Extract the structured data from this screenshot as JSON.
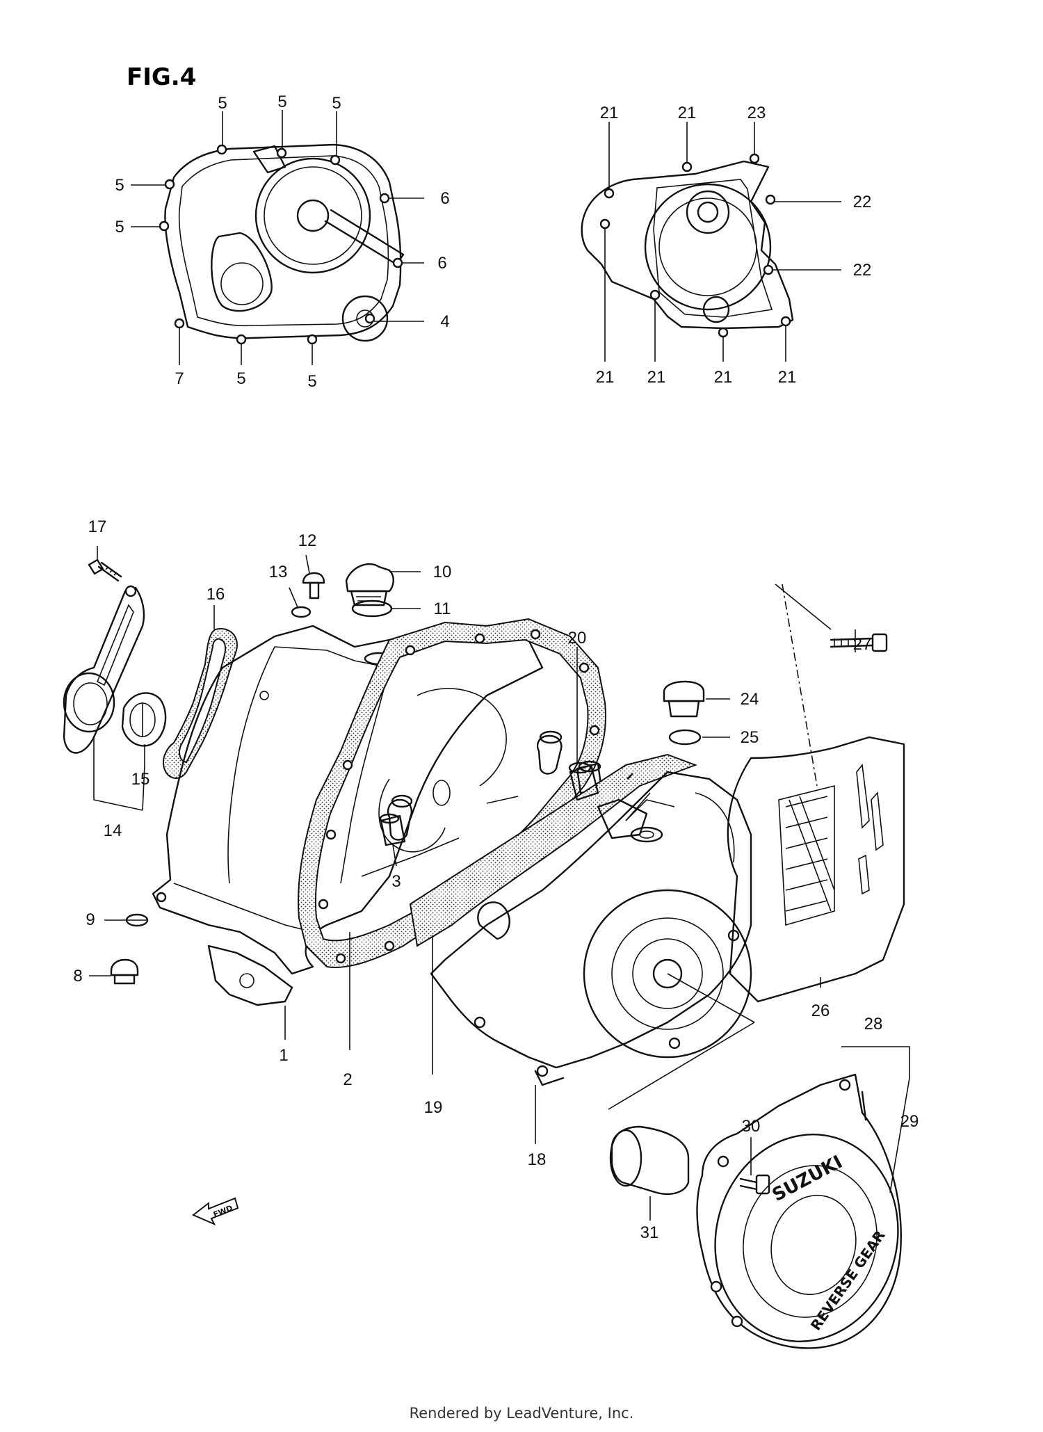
{
  "figure": {
    "title": "FIG.4"
  },
  "footer": {
    "text": "Rendered by LeadVenture, Inc."
  },
  "stamps": {
    "fwd": "FWD",
    "suzuki": "SUZUKI",
    "reverse_gear": "REVERSE GEAR"
  },
  "callouts": {
    "c4": "4",
    "c5": "5",
    "c6": "6",
    "c7": "7",
    "c21": "21",
    "c22": "22",
    "c23": "23",
    "c1": "1",
    "c2": "2",
    "c3": "3",
    "c8": "8",
    "c9": "9",
    "c10": "10",
    "c11": "11",
    "c12": "12",
    "c13": "13",
    "c14": "14",
    "c15": "15",
    "c16": "16",
    "c17": "17",
    "c18": "18",
    "c19": "19",
    "c20": "20",
    "c24": "24",
    "c25": "25",
    "c26": "26",
    "c27": "27",
    "c28": "28",
    "c29": "29",
    "c30": "30",
    "c31": "31"
  }
}
